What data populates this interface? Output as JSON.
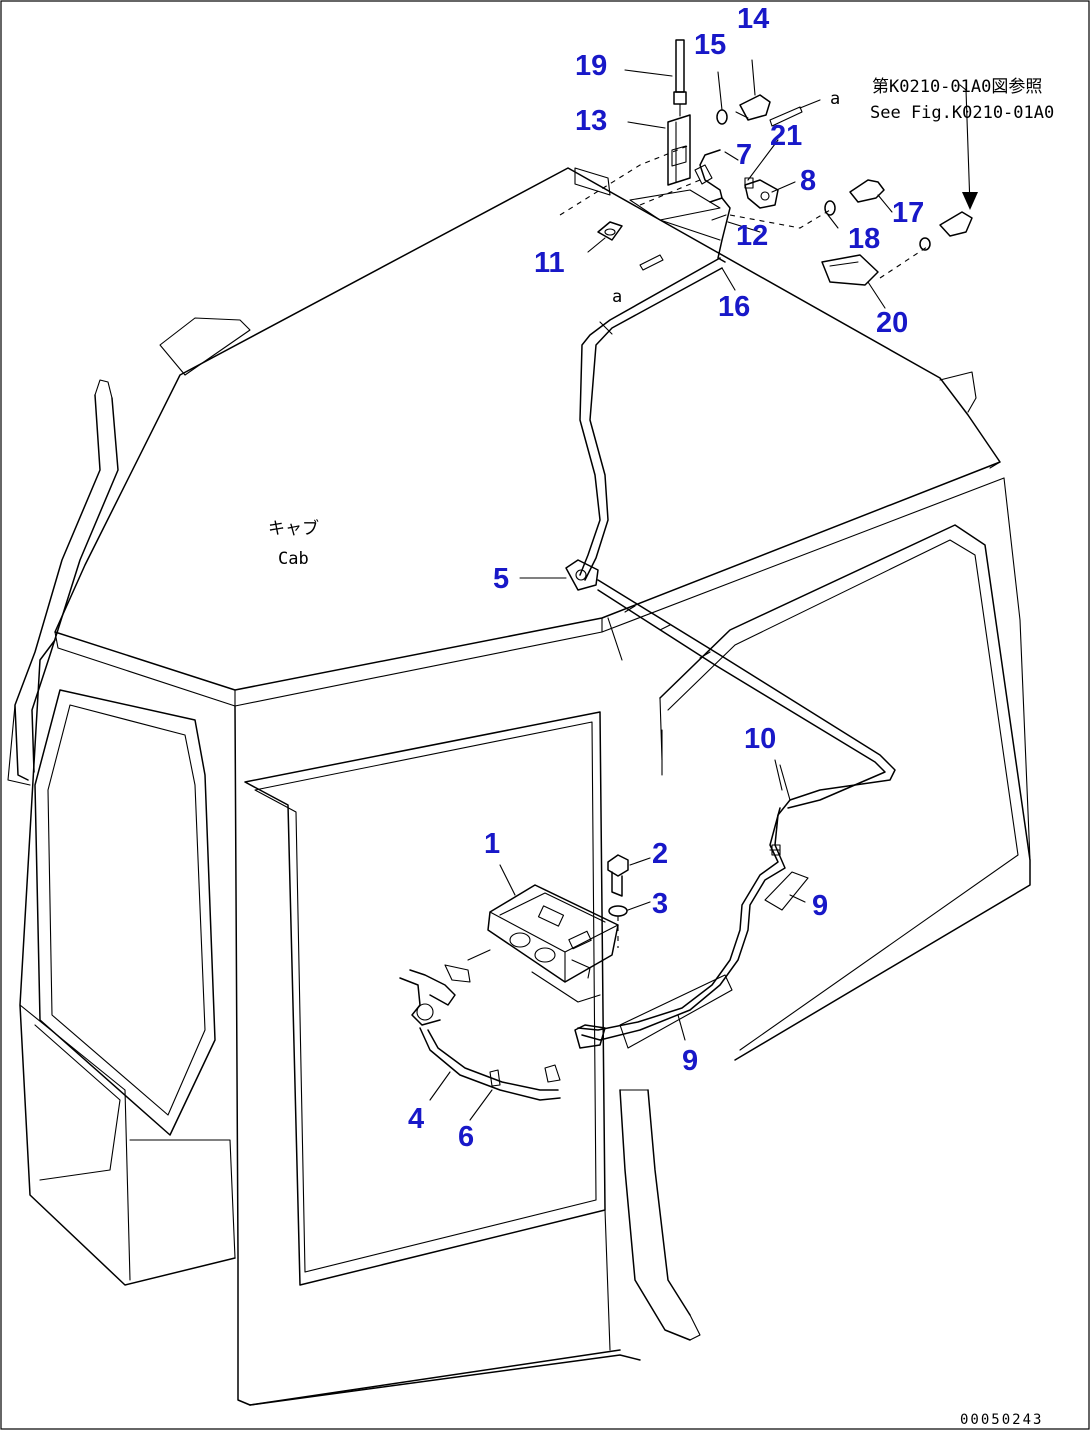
{
  "callouts": [
    "1",
    "2",
    "3",
    "4",
    "5",
    "6",
    "7",
    "8",
    "9",
    "9",
    "10",
    "11",
    "12",
    "13",
    "14",
    "15",
    "16",
    "17",
    "18",
    "19",
    "20",
    "21"
  ],
  "view_markers": [
    "a",
    "a"
  ],
  "reference_note": {
    "line1": "第K0210-01A0図参照",
    "line2": "See Fig.K0210-01A0"
  },
  "cab_label": {
    "jp": "キャブ",
    "en": "Cab"
  },
  "drawing_code": "00050243"
}
